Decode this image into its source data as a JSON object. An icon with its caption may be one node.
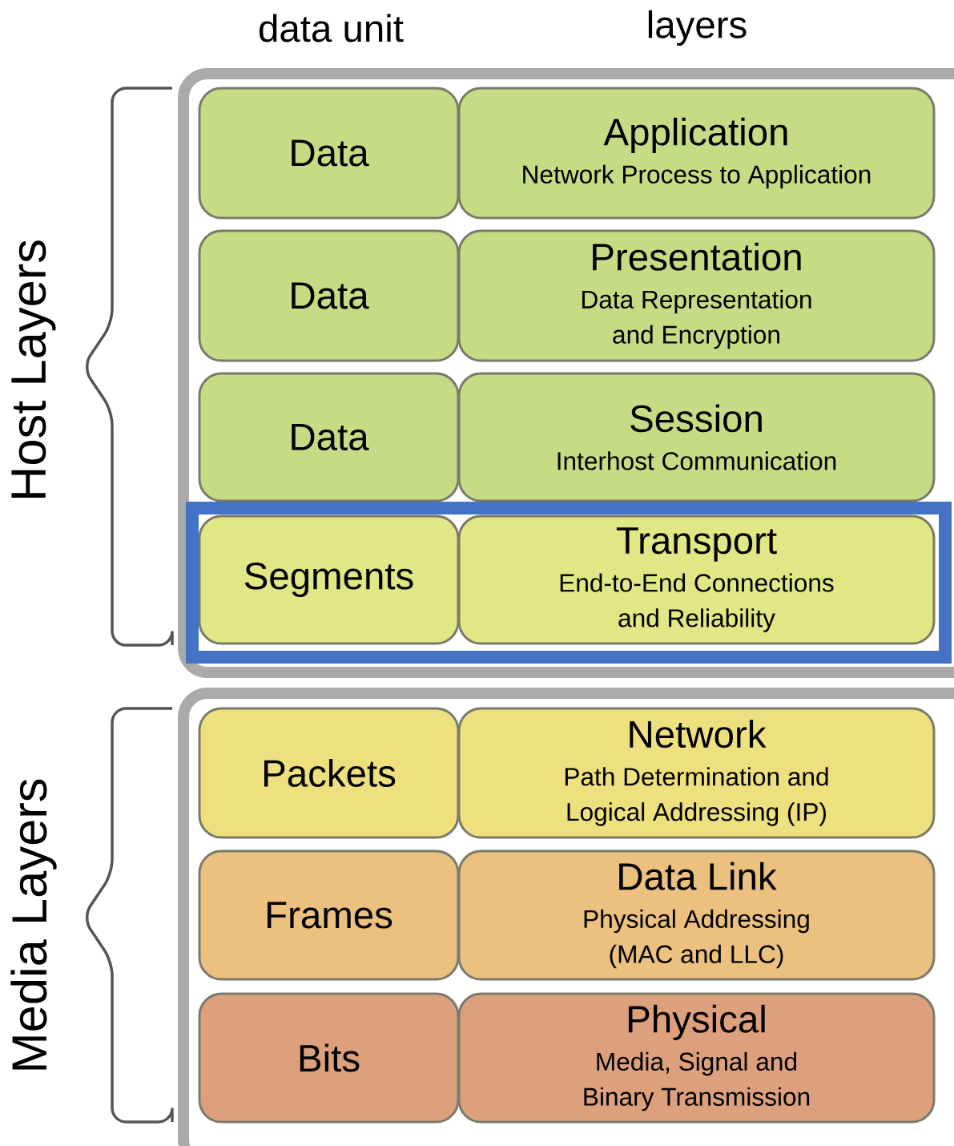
{
  "diagram": {
    "nodes": [
      {
        "text": [
          "Host Layers"
        ]
      },
      {
        "text": [
          "Data"
        ],
        "in": 0
      },
      {
        "text": [
          "Application",
          "Network Process to Application"
        ],
        "in": 0
      },
      {
        "text": [
          "Data"
        ],
        "in": 0
      },
      {
        "text": [
          "Presentation",
          "Data Representation and Encryption"
        ],
        "in": 0
      },
      {
        "text": [
          "Data"
        ],
        "in": 0
      },
      {
        "text": [
          "Session",
          "Interhost Communication"
        ],
        "in": 0
      },
      {
        "text": [],
        "shape": "box",
        "in": 0
      },
      {
        "text": [
          "Segments"
        ],
        "in": 7
      },
      {
        "text": [
          "Transport",
          "End-to-End Connections and Reliability"
        ],
        "in": 7
      },
      {
        "text": [
          "Media Layers"
        ]
      },
      {
        "text": [
          "Packets"
        ],
        "in": 10
      },
      {
        "text": [
          "Network",
          "Path Determination and Logical Addressing (IP)"
        ],
        "in": 10
      },
      {
        "text": [
          "Frames"
        ],
        "in": 10
      },
      {
        "text": [
          "Data Link",
          "Physical Addressing (MAC and LLC)"
        ],
        "in": 10
      },
      {
        "text": [
          "Bits"
        ],
        "in": 10
      },
      {
        "text": [
          "Physical",
          "Media, Signal and Binary Transmission"
        ],
        "in": 10
      }
    ],
    "labels": [
      "data unit",
      "layers"
    ]
  }
}
